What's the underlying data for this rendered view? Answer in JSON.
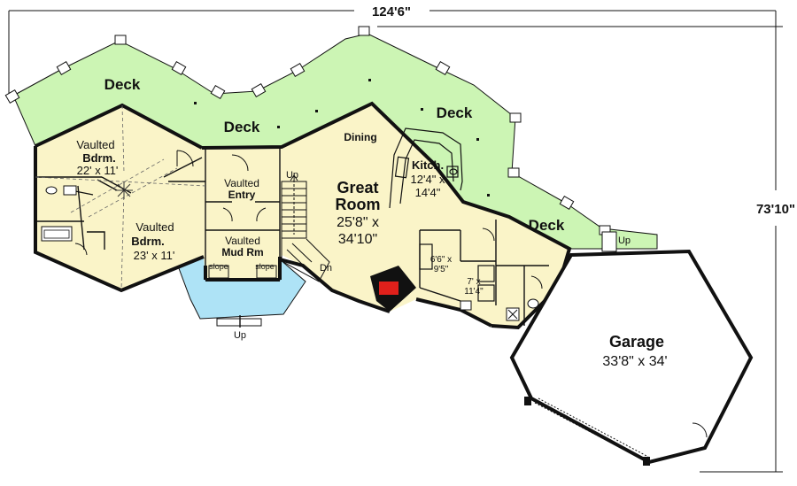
{
  "dimensions": {
    "width": "124'6\"",
    "depth": "73'10\""
  },
  "decks": {
    "west": "Deck",
    "center": "Deck",
    "east": "Deck",
    "southeast": "Deck"
  },
  "bedroom_upper": {
    "line1": "Vaulted",
    "line2": "Bdrm.",
    "size": "22' x 11'"
  },
  "bedroom_lower": {
    "line1": "Vaulted",
    "line2": "Bdrm.",
    "size": "23' x 11'"
  },
  "entry": {
    "line1": "Vaulted",
    "line2": "Entry"
  },
  "mudroom": {
    "line1": "Vaulted",
    "line2": "Mud Rm",
    "slope_left": "slope",
    "slope_right": "slope"
  },
  "great_room": {
    "line1": "Great",
    "line2": "Room",
    "size1": "25'8\" x",
    "size2": "34'10\""
  },
  "dining": {
    "label": "Dining"
  },
  "kitchen": {
    "label": "Kitch.",
    "size1": "12'4\" x",
    "size2": "14'4\""
  },
  "stairs": {
    "up": "Up",
    "down": "Dn"
  },
  "pantry": {
    "size1": "6'6\" x",
    "size2": "9'5\""
  },
  "laundry": {
    "size1": "7' x",
    "size2": "11'4\""
  },
  "garage": {
    "label": "Garage",
    "size": "33'8\" x 34'"
  },
  "front_steps": {
    "label": "Up"
  },
  "garage_steps": {
    "label": "Up"
  },
  "colors": {
    "floor": "#faf4c8",
    "deck": "#ccf5b4",
    "pond": "#aee3f6",
    "fireplace": "#e0201b",
    "wall": "#111111"
  }
}
